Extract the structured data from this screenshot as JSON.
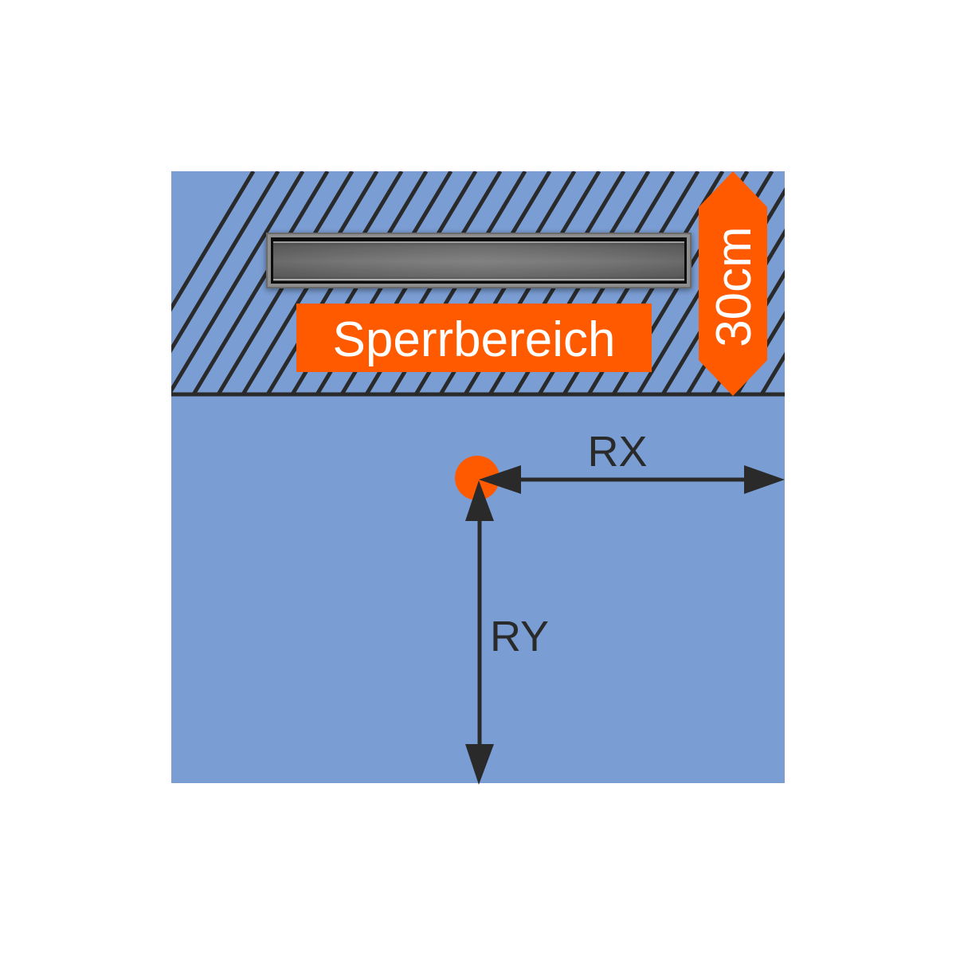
{
  "diagram": {
    "title": "Drain placement restricted zone diagram",
    "colors": {
      "floor": "#7a9dd3",
      "hatch": "#2a2a2a",
      "accent": "#ff5a00",
      "text_dark": "#2a2a2a",
      "text_light": "#ffffff",
      "drain_frame": "#9a9a9a",
      "drain_body": "#6e6e6e"
    },
    "restricted_zone": {
      "label": "Sperrbereich",
      "depth_label": "30cm"
    },
    "drain": {
      "name": "linear shower drain"
    },
    "origin_point": {
      "name": "drain outlet position"
    },
    "dimensions": {
      "rx_label": "RX",
      "ry_label": "RY"
    }
  }
}
